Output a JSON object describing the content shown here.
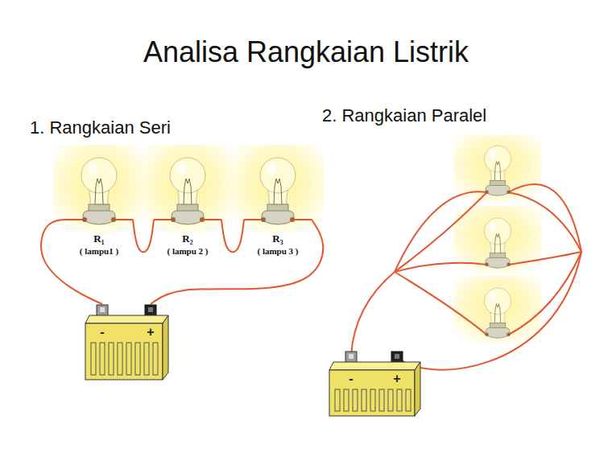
{
  "diagram": {
    "title": "Analisa Rangkaian Listrik",
    "nodes": [
      {
        "text": [
          "R₁",
          "( lampu1 )"
        ]
      },
      {
        "text": [
          "R₂",
          "( lampu 2 )"
        ]
      },
      {
        "text": [
          "R₃",
          "( lampu 3 )"
        ]
      },
      {
        "text": [
          "-",
          "+"
        ]
      },
      {
        "text": [
          "-",
          "+"
        ]
      }
    ],
    "edges": [
      {
        "from": 3,
        "to": 0,
        "arrow": "none"
      },
      {
        "from": 0,
        "to": 1,
        "arrow": "none"
      },
      {
        "from": 1,
        "to": 2,
        "arrow": "none"
      },
      {
        "from": 2,
        "to": 3,
        "arrow": "none"
      }
    ],
    "labels": [
      "1. Rangkaian Seri",
      "2. Rangkaian Paralel"
    ]
  }
}
